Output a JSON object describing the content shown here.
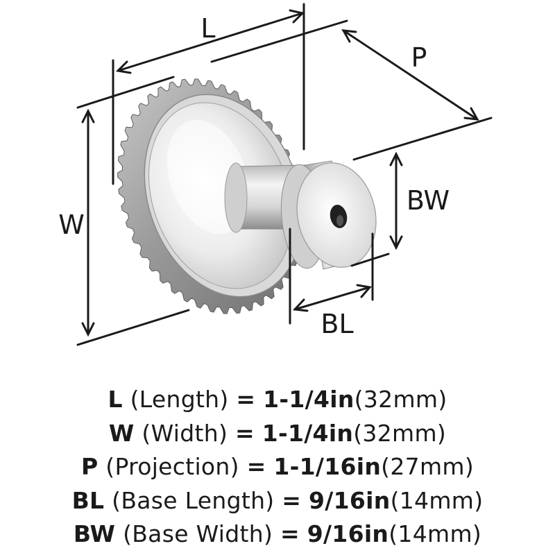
{
  "diagram": {
    "labels": {
      "L": "L",
      "W": "W",
      "P": "P",
      "BW": "BW",
      "BL": "BL"
    }
  },
  "specs": [
    {
      "code": "L",
      "name": "(Length)",
      "eq": "=",
      "imperial": "1-1/4in",
      "metric": "(32mm)"
    },
    {
      "code": "W",
      "name": "(Width)",
      "eq": "=",
      "imperial": "1-1/4in",
      "metric": "(32mm)"
    },
    {
      "code": "P",
      "name": "(Projection)",
      "eq": "=",
      "imperial": "1-1/16in",
      "metric": "(27mm)"
    },
    {
      "code": "BL",
      "name": "(Base Length)",
      "eq": "=",
      "imperial": "9/16in",
      "metric": "(14mm)"
    },
    {
      "code": "BW",
      "name": "(Base Width)",
      "eq": "=",
      "imperial": "9/16in",
      "metric": "(14mm)"
    }
  ],
  "colors": {
    "line": "#1a1a1a",
    "metal_light": "#f2f2f2",
    "metal_mid": "#c9c9c9",
    "metal_dark": "#7d7d7d",
    "hole": "#202020"
  }
}
